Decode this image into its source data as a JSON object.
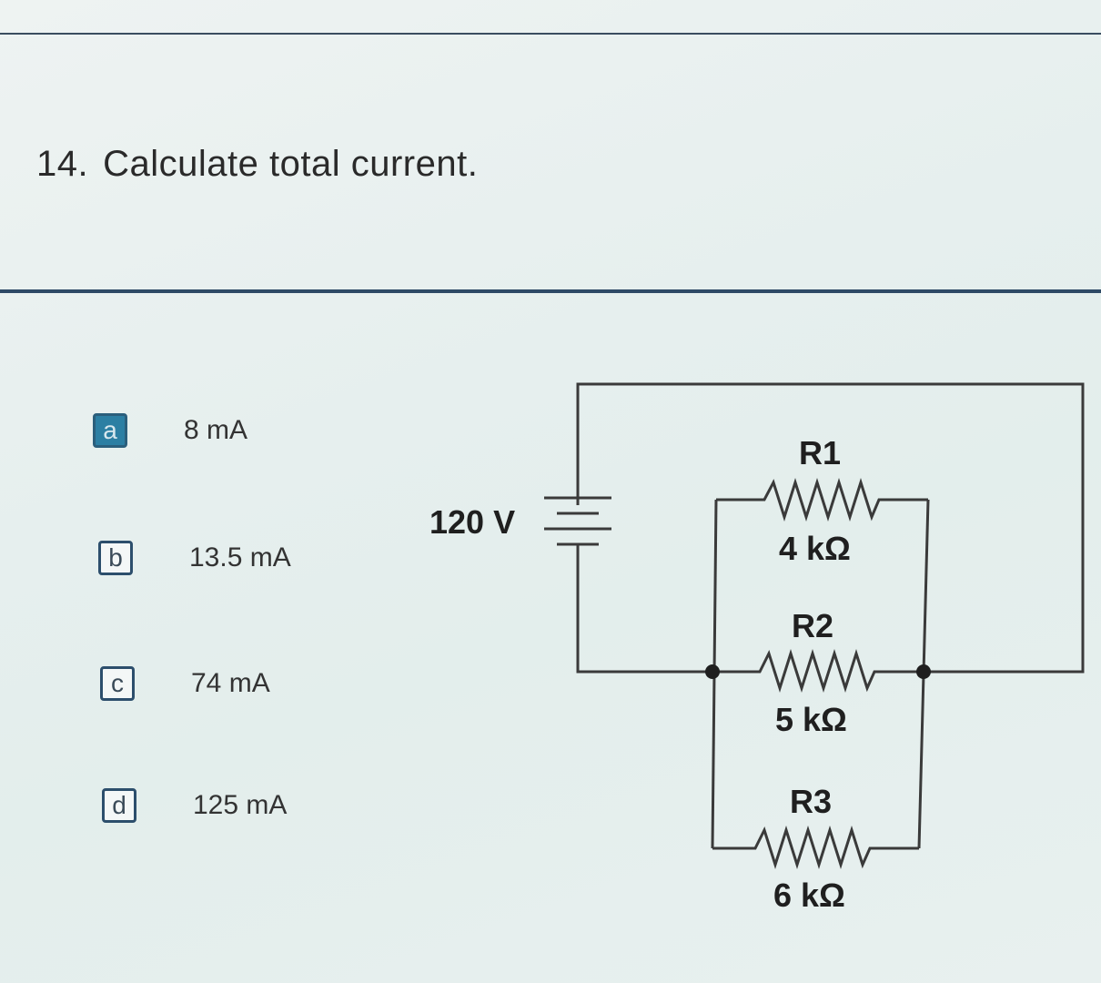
{
  "question": {
    "number": "14.",
    "text": "Calculate total current."
  },
  "options": [
    {
      "letter": "a",
      "text": "8 mA",
      "selected": true
    },
    {
      "letter": "b",
      "text": "13.5 mA",
      "selected": false
    },
    {
      "letter": "c",
      "text": "74 mA",
      "selected": false
    },
    {
      "letter": "d",
      "text": "125 mA",
      "selected": false
    }
  ],
  "circuit": {
    "source": "120 V",
    "resistors": [
      {
        "name": "R1",
        "value": "4 kΩ"
      },
      {
        "name": "R2",
        "value": "5 kΩ"
      },
      {
        "name": "R3",
        "value": "6 kΩ"
      }
    ]
  },
  "colors": {
    "rule": "#2e4a66",
    "selected_option": "#2c7fa3",
    "wire": "#3a3a3a"
  }
}
